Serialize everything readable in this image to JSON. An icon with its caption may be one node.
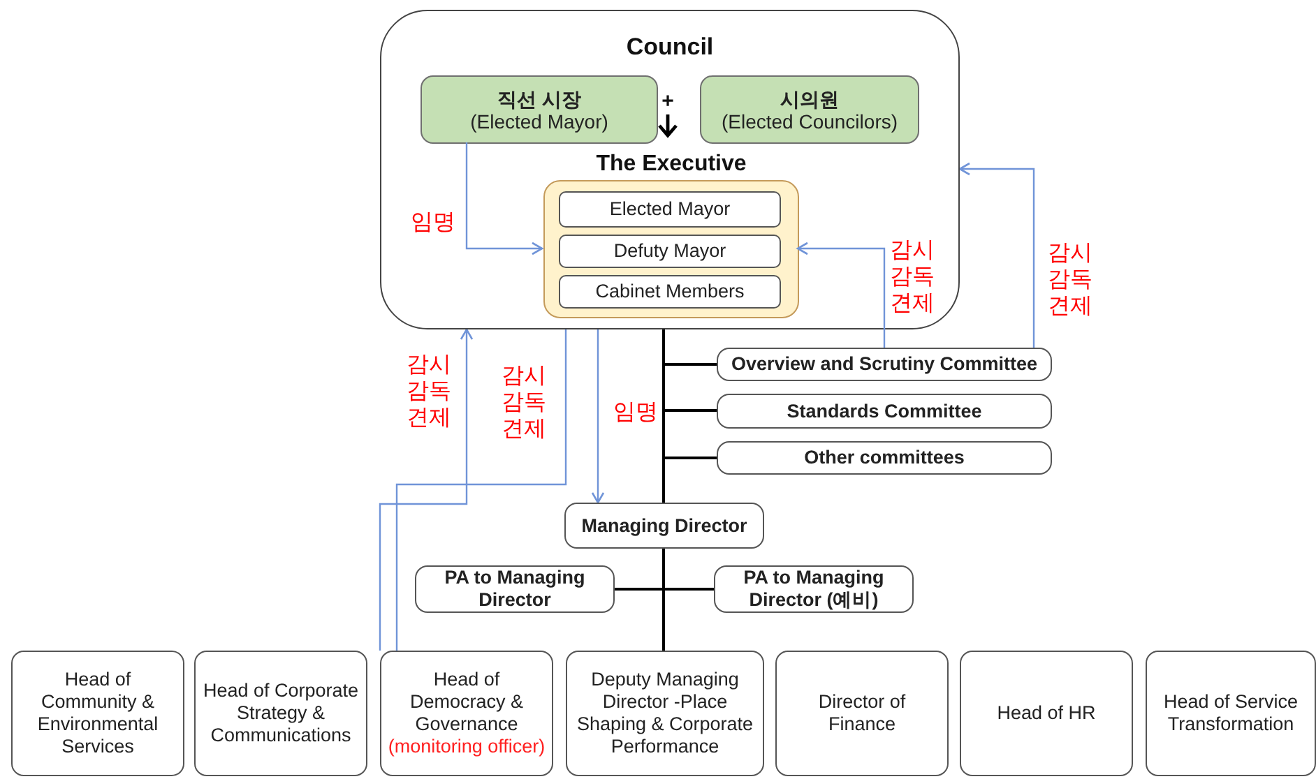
{
  "diagram": {
    "nodes": [
      {
        "text": [
          "Council"
        ]
      },
      {
        "text": [
          "직선 시장",
          "(Elected Mayor)"
        ],
        "in": 0
      },
      {
        "text": [
          "시의원",
          "(Elected Councilors)"
        ],
        "in": 0
      },
      {
        "text": [
          "The Executive"
        ],
        "in": 0
      },
      {
        "text": [
          "Elected Mayor"
        ],
        "in": 3
      },
      {
        "text": [
          "Defuty Mayor"
        ],
        "in": 3
      },
      {
        "text": [
          "Cabinet Members"
        ],
        "in": 3
      },
      {
        "text": [
          "Overview and Scrutiny Committee"
        ]
      },
      {
        "text": [
          "Standards Committee"
        ]
      },
      {
        "text": [
          "Other committees"
        ]
      },
      {
        "text": [
          "Managing Director"
        ]
      },
      {
        "text": [
          "PA to Managing Director"
        ]
      },
      {
        "text": [
          "PA to Managing Director (예비)"
        ]
      },
      {
        "text": [
          "Head of Community & Environmental Services"
        ]
      },
      {
        "text": [
          "Head of Corporate Strategy & Communications"
        ]
      },
      {
        "text": [
          "Head of Democracy & Governance",
          "(monitoring officer)"
        ]
      },
      {
        "text": [
          "Deputy Managing Director -Place Shaping & Corporate Performance"
        ]
      },
      {
        "text": [
          "Director of Finance"
        ]
      },
      {
        "text": [
          "Head of HR"
        ]
      },
      {
        "text": [
          "Head of Service Transformation"
        ]
      }
    ],
    "edges": [
      {
        "from": 1,
        "to": 3,
        "arrow": "to",
        "label": "임명",
        "color": "#7094d8"
      },
      {
        "from": 7,
        "to": 3,
        "arrow": "to",
        "label": "감시 감독 견제",
        "color": "#7094d8"
      },
      {
        "from": 7,
        "to": 0,
        "arrow": "to",
        "label": "감시 감독 견제",
        "color": "#7094d8"
      },
      {
        "from": 15,
        "to": 0,
        "arrow": "to",
        "label": "감시 감독 견제",
        "color": "#7094d8"
      },
      {
        "from": 15,
        "to": 3,
        "arrow": "to",
        "label": "감시 감독 견제",
        "color": "#7094d8"
      },
      {
        "from": 3,
        "to": 10,
        "arrow": "to",
        "label": "임명",
        "color": "#7094d8"
      },
      {
        "from": 0,
        "to": 7,
        "arrow": "none"
      },
      {
        "from": 0,
        "to": 8,
        "arrow": "none"
      },
      {
        "from": 0,
        "to": 9,
        "arrow": "none"
      },
      {
        "from": 0,
        "to": 10,
        "arrow": "none"
      },
      {
        "from": 10,
        "to": 11,
        "arrow": "none"
      },
      {
        "from": 10,
        "to": 12,
        "arrow": "none"
      },
      {
        "from": 10,
        "to": 16,
        "arrow": "none"
      }
    ],
    "labels": [
      "+"
    ]
  }
}
